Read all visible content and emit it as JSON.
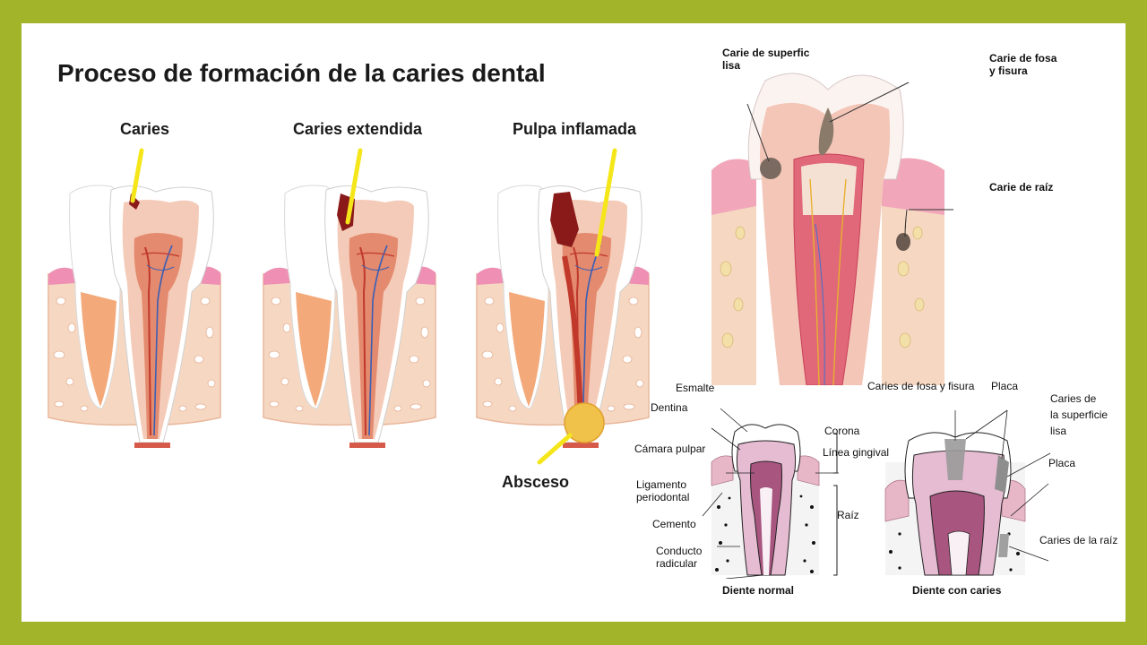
{
  "title": "Proceso de formación de la caries dental",
  "stages": [
    {
      "label": "Caries"
    },
    {
      "label": "Caries extendida"
    },
    {
      "label": "Pulpa inflamada"
    }
  ],
  "abscess_label": "Absceso",
  "top_right": {
    "smooth_surface": [
      "Carie de superfic",
      "lisa"
    ],
    "pit_fissure": [
      "Carie de fosa",
      "y fisura"
    ],
    "root": "Carie de raíz"
  },
  "normal_tooth": {
    "caption": "Diente normal",
    "esmalte": "Esmalte",
    "dentina": "Dentina",
    "camara": "Cámara pulpar",
    "ligamento": [
      "Ligamento",
      "periodontal"
    ],
    "cemento": "Cemento",
    "conducto": [
      "Conducto",
      "radicular"
    ],
    "corona": "Corona",
    "linea": "Línea gingival",
    "raiz": "Raíz"
  },
  "caries_tooth": {
    "caption": "Diente con caries",
    "fosa": "Caries de fosa y fisura",
    "placa_top": "Placa",
    "superficie": [
      "Caries de",
      "la superficie",
      "lisa"
    ],
    "placa_side": "Placa",
    "raiz": "Caries de la raíz"
  },
  "colors": {
    "frame": "#a2b52a",
    "pointer": "#f5e61a",
    "pulp": "#c8503c",
    "bone": "#f6d8c2",
    "gum": "#ee8fb3",
    "dentin_light": "#f4cbb8"
  }
}
